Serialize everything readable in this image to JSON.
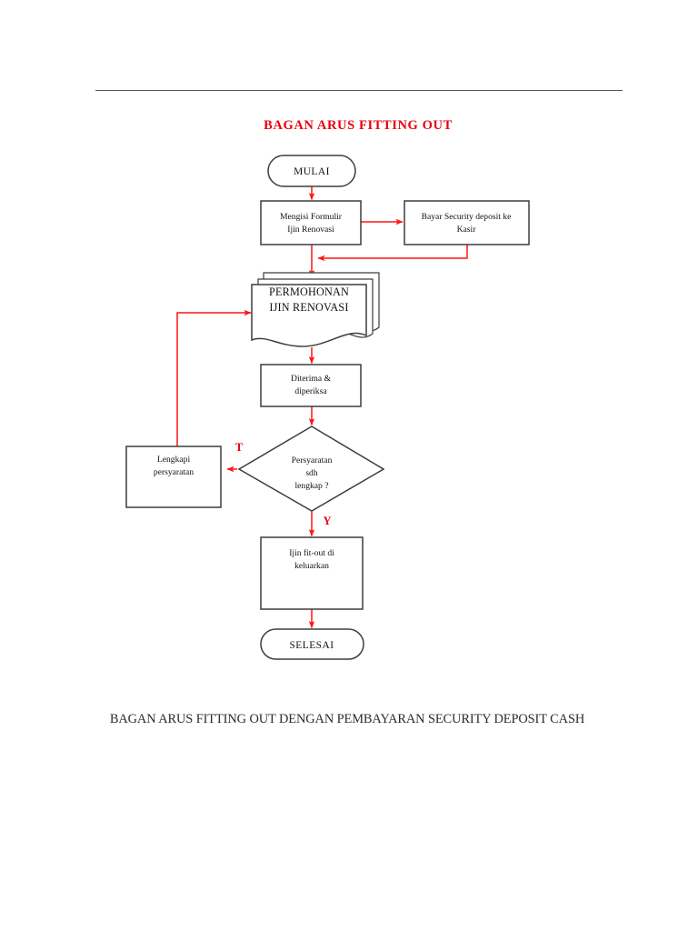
{
  "document": {
    "title": "BAGAN ARUS FITTING OUT",
    "caption": "BAGAN ARUS FITTING OUT DENGAN PEMBAYARAN SECURITY DEPOSIT CASH",
    "title_color": "#e8000c",
    "connector_color": "#ff1414",
    "shape_stroke_color": "#3d3d3d",
    "rule_color": "#575757",
    "background_color": "#ffffff"
  },
  "chart_data": {
    "type": "diagram",
    "diagram_kind": "flowchart",
    "title": "BAGAN ARUS FITTING OUT",
    "orientation": "top-to-bottom",
    "nodes": [
      {
        "id": "start",
        "shape": "terminator",
        "label": "MULAI"
      },
      {
        "id": "form",
        "shape": "process",
        "label": "Mengisi Formulir Ijin Renovasi"
      },
      {
        "id": "pay",
        "shape": "process",
        "label": "Bayar Security deposit ke Kasir"
      },
      {
        "id": "docs",
        "shape": "multidocument",
        "label": "PERMOHONAN IJIN RENOVASI"
      },
      {
        "id": "review",
        "shape": "process",
        "label": "Diterima & diperiksa"
      },
      {
        "id": "decision",
        "shape": "decision",
        "label": "Persyaratan sdh lengkap ?"
      },
      {
        "id": "complete",
        "shape": "process",
        "label": "Lengkapi persyaratan"
      },
      {
        "id": "issue",
        "shape": "process",
        "label": "Ijin fit-out di keluarkan"
      },
      {
        "id": "end",
        "shape": "terminator",
        "label": "SELESAI"
      }
    ],
    "edges": [
      {
        "from": "start",
        "to": "form",
        "label": ""
      },
      {
        "from": "form",
        "to": "pay",
        "label": ""
      },
      {
        "from": "pay",
        "to": "docs",
        "label": ""
      },
      {
        "from": "form",
        "to": "docs",
        "label": ""
      },
      {
        "from": "docs",
        "to": "review",
        "label": ""
      },
      {
        "from": "review",
        "to": "decision",
        "label": ""
      },
      {
        "from": "decision",
        "to": "complete",
        "label": "T"
      },
      {
        "from": "complete",
        "to": "docs",
        "label": ""
      },
      {
        "from": "decision",
        "to": "issue",
        "label": "Y"
      },
      {
        "from": "issue",
        "to": "end",
        "label": ""
      }
    ]
  },
  "nodes": {
    "start": {
      "label": "MULAI"
    },
    "form": {
      "line1": "Mengisi Formulir",
      "line2": "Ijin Renovasi"
    },
    "pay": {
      "line1": "Bayar Security deposit ke",
      "line2": "Kasir"
    },
    "docs": {
      "line1": "PERMOHONAN",
      "line2": "IJIN RENOVASI"
    },
    "review": {
      "line1": "Diterima &",
      "line2": "diperiksa"
    },
    "decision": {
      "line1": "Persyaratan",
      "line2": "sdh",
      "line3": "lengkap ?"
    },
    "complete": {
      "line1": "Lengkapi",
      "line2": "persyaratan"
    },
    "issue": {
      "line1": "Ijin fit-out di",
      "line2": "keluarkan"
    },
    "end": {
      "label": "SELESAI"
    }
  },
  "labels": {
    "branch_no": "T",
    "branch_yes": "Y"
  }
}
